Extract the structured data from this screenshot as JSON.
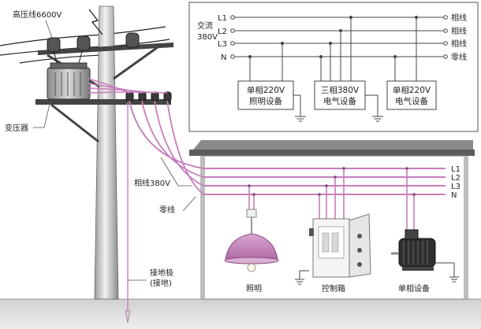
{
  "labels": {
    "hv_line": "高压线6600V",
    "transformer": "变压器",
    "phase_line": "相线380V",
    "neutral": "零线",
    "ground_pole_1": "接地极",
    "ground_pole_2": "(接地)"
  },
  "schematic": {
    "supply_1": "交流",
    "supply_2": "380V",
    "lines": [
      "L1",
      "L2",
      "L3",
      "N"
    ],
    "right_labels": [
      "相线",
      "相线",
      "相线",
      "零线"
    ],
    "boxes": [
      {
        "line1": "单相220V",
        "line2": "照明设备"
      },
      {
        "line1": "三相380V",
        "line2": "电气设备"
      },
      {
        "line1": "单相220V",
        "line2": "电气设备"
      }
    ]
  },
  "house": {
    "lines": [
      "L1",
      "L2",
      "L3",
      "N"
    ],
    "devices": [
      "照明",
      "控制箱",
      "单相设备"
    ]
  },
  "colors": {
    "wire": "#c77dbb",
    "pink_fill": "#c77dbb",
    "roof": "#6e6e6e",
    "ground": "#d9d9d9"
  }
}
